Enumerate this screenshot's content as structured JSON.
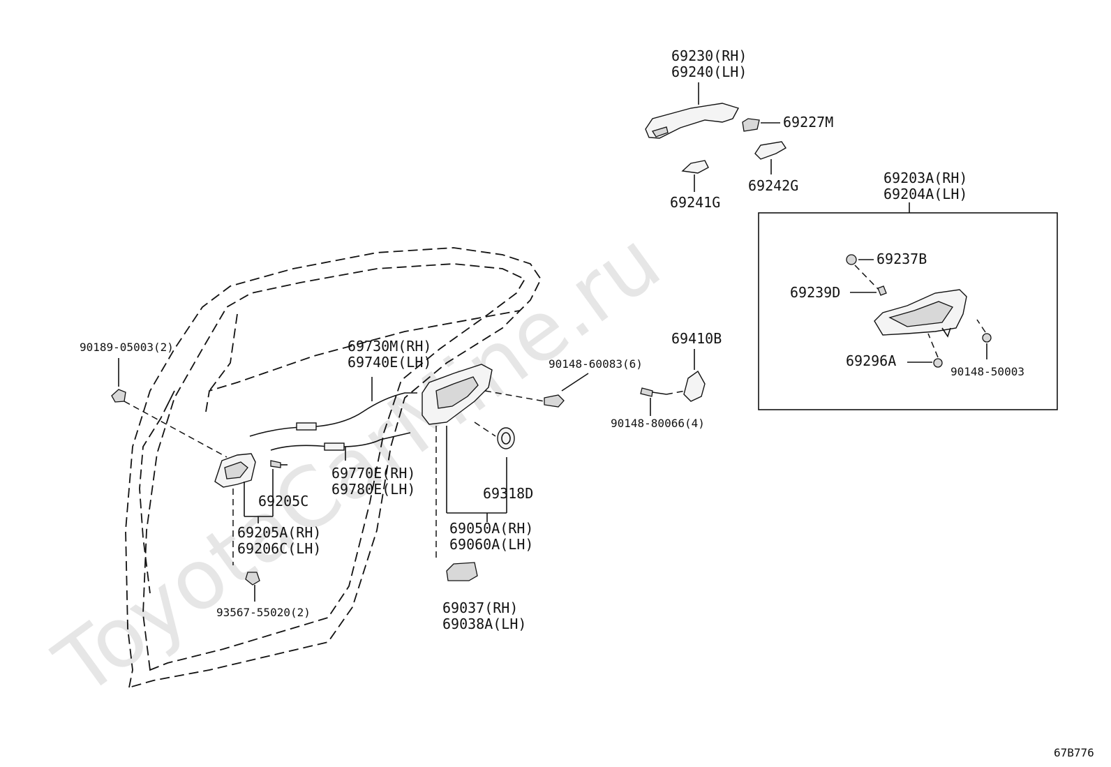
{
  "watermark": "ToyotaCarMine.ru",
  "diagram_id": "67B776",
  "labels": {
    "p69230_rh": "69230(RH)",
    "p69240_lh": "69240(LH)",
    "p69227m": "69227M",
    "p69241g": "69241G",
    "p69242g": "69242G",
    "p69203a_rh": "69203A(RH)",
    "p69204a_lh": "69204A(LH)",
    "p69237b": "69237B",
    "p69239d": "69239D",
    "p69296a": "69296A",
    "p90148_50003": "90148-50003",
    "p69410b": "69410B",
    "p90148_60083": "90148-60083(6)",
    "p90148_80066": "90148-80066(4)",
    "p90189_05003": "90189-05003(2)",
    "p69730m_rh": "69730M(RH)",
    "p69740e_lh": "69740E(LH)",
    "p69770e_rh": "69770E(RH)",
    "p69780e_lh": "69780E(LH)",
    "p69205c": "69205C",
    "p69205a_rh": "69205A(RH)",
    "p69206c_lh": "69206C(LH)",
    "p69318d": "69318D",
    "p69050a_rh": "69050A(RH)",
    "p69060a_lh": "69060A(LH)",
    "p93567_55020": "93567-55020(2)",
    "p69037_rh": "69037(RH)",
    "p69038a_lh": "69038A(LH)"
  }
}
